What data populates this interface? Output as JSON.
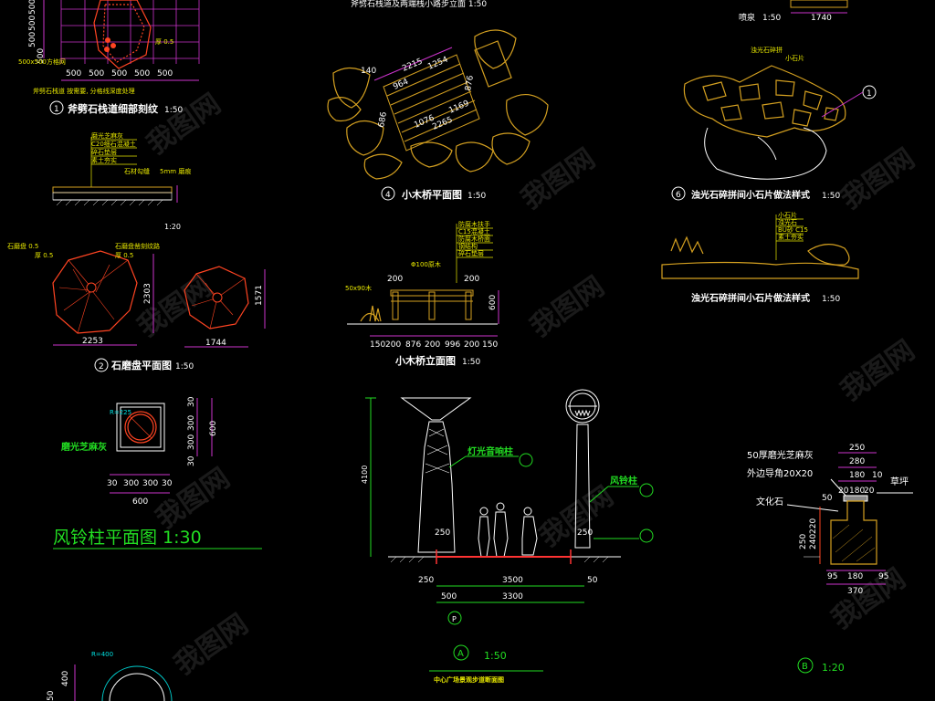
{
  "titles": {
    "t1": "斧劈石栈道细部刻纹",
    "t1_scale": "1:50",
    "t2": "石磨盘平面图",
    "t2_scale": "1:50",
    "t4": "小木桥平面图",
    "t4_scale": "1:50",
    "t4b": "小木桥立面图",
    "t4b_scale": "1:50",
    "t6": "浊光石碎拼间小石片做法样式",
    "t6_scale": "1:50",
    "t6b": "浊光石碎拼间小石片做法样式",
    "t6b_scale": "1:50",
    "fountain": "喷泉",
    "fountain_scale": "1:50",
    "wind_plan": "风铃柱平面图 1:30",
    "section_a_scale": "1:50",
    "section_a_title": "中心广场景观步道断面图",
    "section_b_scale": "1:20",
    "top_mid": "斧劈石栈道及两端栈小路步立面 1:50",
    "scale_120": "1:20"
  },
  "badges": {
    "b1": "1",
    "b2": "2",
    "b4": "4",
    "b6": "6",
    "bA": "A",
    "bB": "B",
    "bP": "P"
  },
  "labels": {
    "light_column": "灯光音响柱",
    "wind_column": "风铃柱",
    "grinding_granite": "磨光芝麻灰",
    "culture_stone": "文化石",
    "lawn": "草坪",
    "coping_note1": "50厚磨光芝麻灰",
    "coping_note2": "外边导角20X20",
    "grid_note": "500x500方格网",
    "stone_note": "斧劈石栈道  按需要, 分格线深度处理",
    "r225": "R=225",
    "r400": "R=400",
    "thk_note1": "石磨盘 0.5",
    "thk_note2": "厚 0.5",
    "mm5": "5mm 磨痕"
  },
  "dims": {
    "grid_rows": [
      "500",
      "500",
      "500",
      "500"
    ],
    "grid_cols": [
      "500",
      "500",
      "500",
      "500",
      "500"
    ],
    "disc1": "2253",
    "disc1_h": "2303",
    "disc2": "1744",
    "disc2_h": "1571",
    "bridge_bottom": [
      "150",
      "200",
      "876",
      "200",
      "996",
      "200",
      "150"
    ],
    "bridge_top": [
      "200",
      "200"
    ],
    "bridge_right": "600",
    "plan_cols": [
      "30",
      "300",
      "300",
      "30"
    ],
    "plan_total": "600",
    "plan_rows": [
      "30",
      "300",
      "300",
      "30"
    ],
    "plan_h": "600",
    "height_4100": "4100",
    "d250a": "250",
    "d250b": "250",
    "d3500": "3500",
    "d250c": "250",
    "d50": "50",
    "d500": "500",
    "d3300": "3300",
    "fountain_w": "1740",
    "sec_top": [
      "250",
      "280",
      "180"
    ],
    "sec_sub": [
      "20",
      "180",
      "20"
    ],
    "sec_side": "10",
    "sec_bottom": [
      "95",
      "180",
      "95"
    ],
    "sec_total": "370",
    "sec_50": "50",
    "sec_v": [
      "220",
      "240",
      "250"
    ],
    "bridge_plan": [
      "2215",
      "1254",
      "964",
      "1076",
      "1169",
      "2265",
      "686",
      "876",
      "140"
    ],
    "dr_400": "400",
    "dr_50": "50"
  },
  "watermark": "我图网"
}
